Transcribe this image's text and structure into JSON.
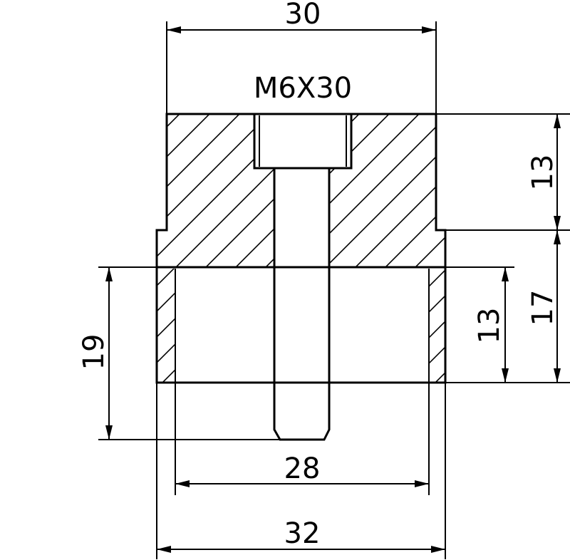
{
  "drawing": {
    "bolt_label": "M6X30",
    "dimensions": {
      "top_width": "30",
      "right_upper_height": "13",
      "right_lower_height": "17",
      "inner_height": "13",
      "left_height": "19",
      "inner_width": "28",
      "bottom_width": "32"
    }
  },
  "colors": {
    "line": "#000000",
    "background": "#ffffff"
  }
}
